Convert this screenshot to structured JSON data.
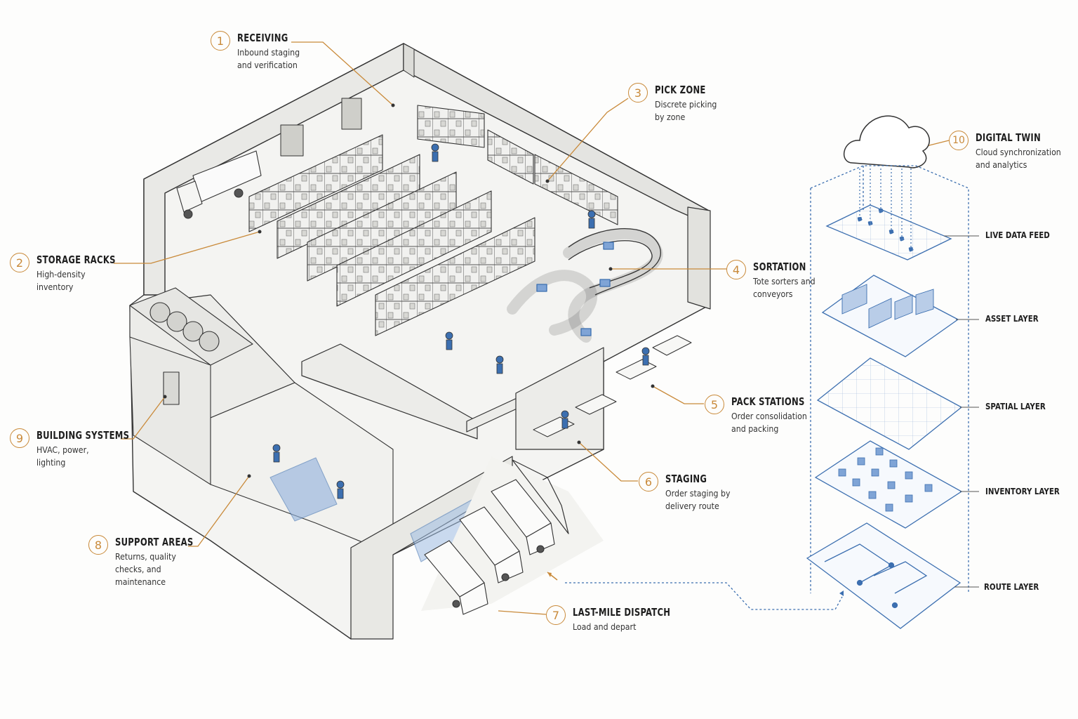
{
  "callouts": [
    {
      "num": "1",
      "title": "RECEIVING",
      "desc": "Inbound staging\nand verification"
    },
    {
      "num": "2",
      "title": "STORAGE RACKS",
      "desc": "High-density\ninventory"
    },
    {
      "num": "3",
      "title": "PICK ZONE",
      "desc": "Discrete picking\nby zone"
    },
    {
      "num": "4",
      "title": "SORTATION",
      "desc": "Tote sorters and\nconveyors"
    },
    {
      "num": "5",
      "title": "PACK STATIONS",
      "desc": "Order consolidation\nand packing"
    },
    {
      "num": "6",
      "title": "STAGING",
      "desc": "Order staging by\ndelivery route"
    },
    {
      "num": "7",
      "title": "LAST-MILE DISPATCH",
      "desc": "Load and depart"
    },
    {
      "num": "8",
      "title": "SUPPORT AREAS",
      "desc": "Returns, quality\nchecks, and\nmaintenance"
    },
    {
      "num": "9",
      "title": "BUILDING SYSTEMS",
      "desc": "HVAC, power,\nlighting"
    },
    {
      "num": "10",
      "title": "DIGITAL TWIN",
      "desc": "Cloud synchronization\nand analytics"
    }
  ],
  "layers": [
    {
      "label": "LIVE DATA FEED"
    },
    {
      "label": "ASSET LAYER"
    },
    {
      "label": "SPATIAL LAYER"
    },
    {
      "label": "INVENTORY LAYER"
    },
    {
      "label": "ROUTE LAYER"
    }
  ],
  "colors": {
    "accent": "#c98a3a",
    "twin_blue": "#3c6fb0",
    "line_dark": "#333333"
  }
}
